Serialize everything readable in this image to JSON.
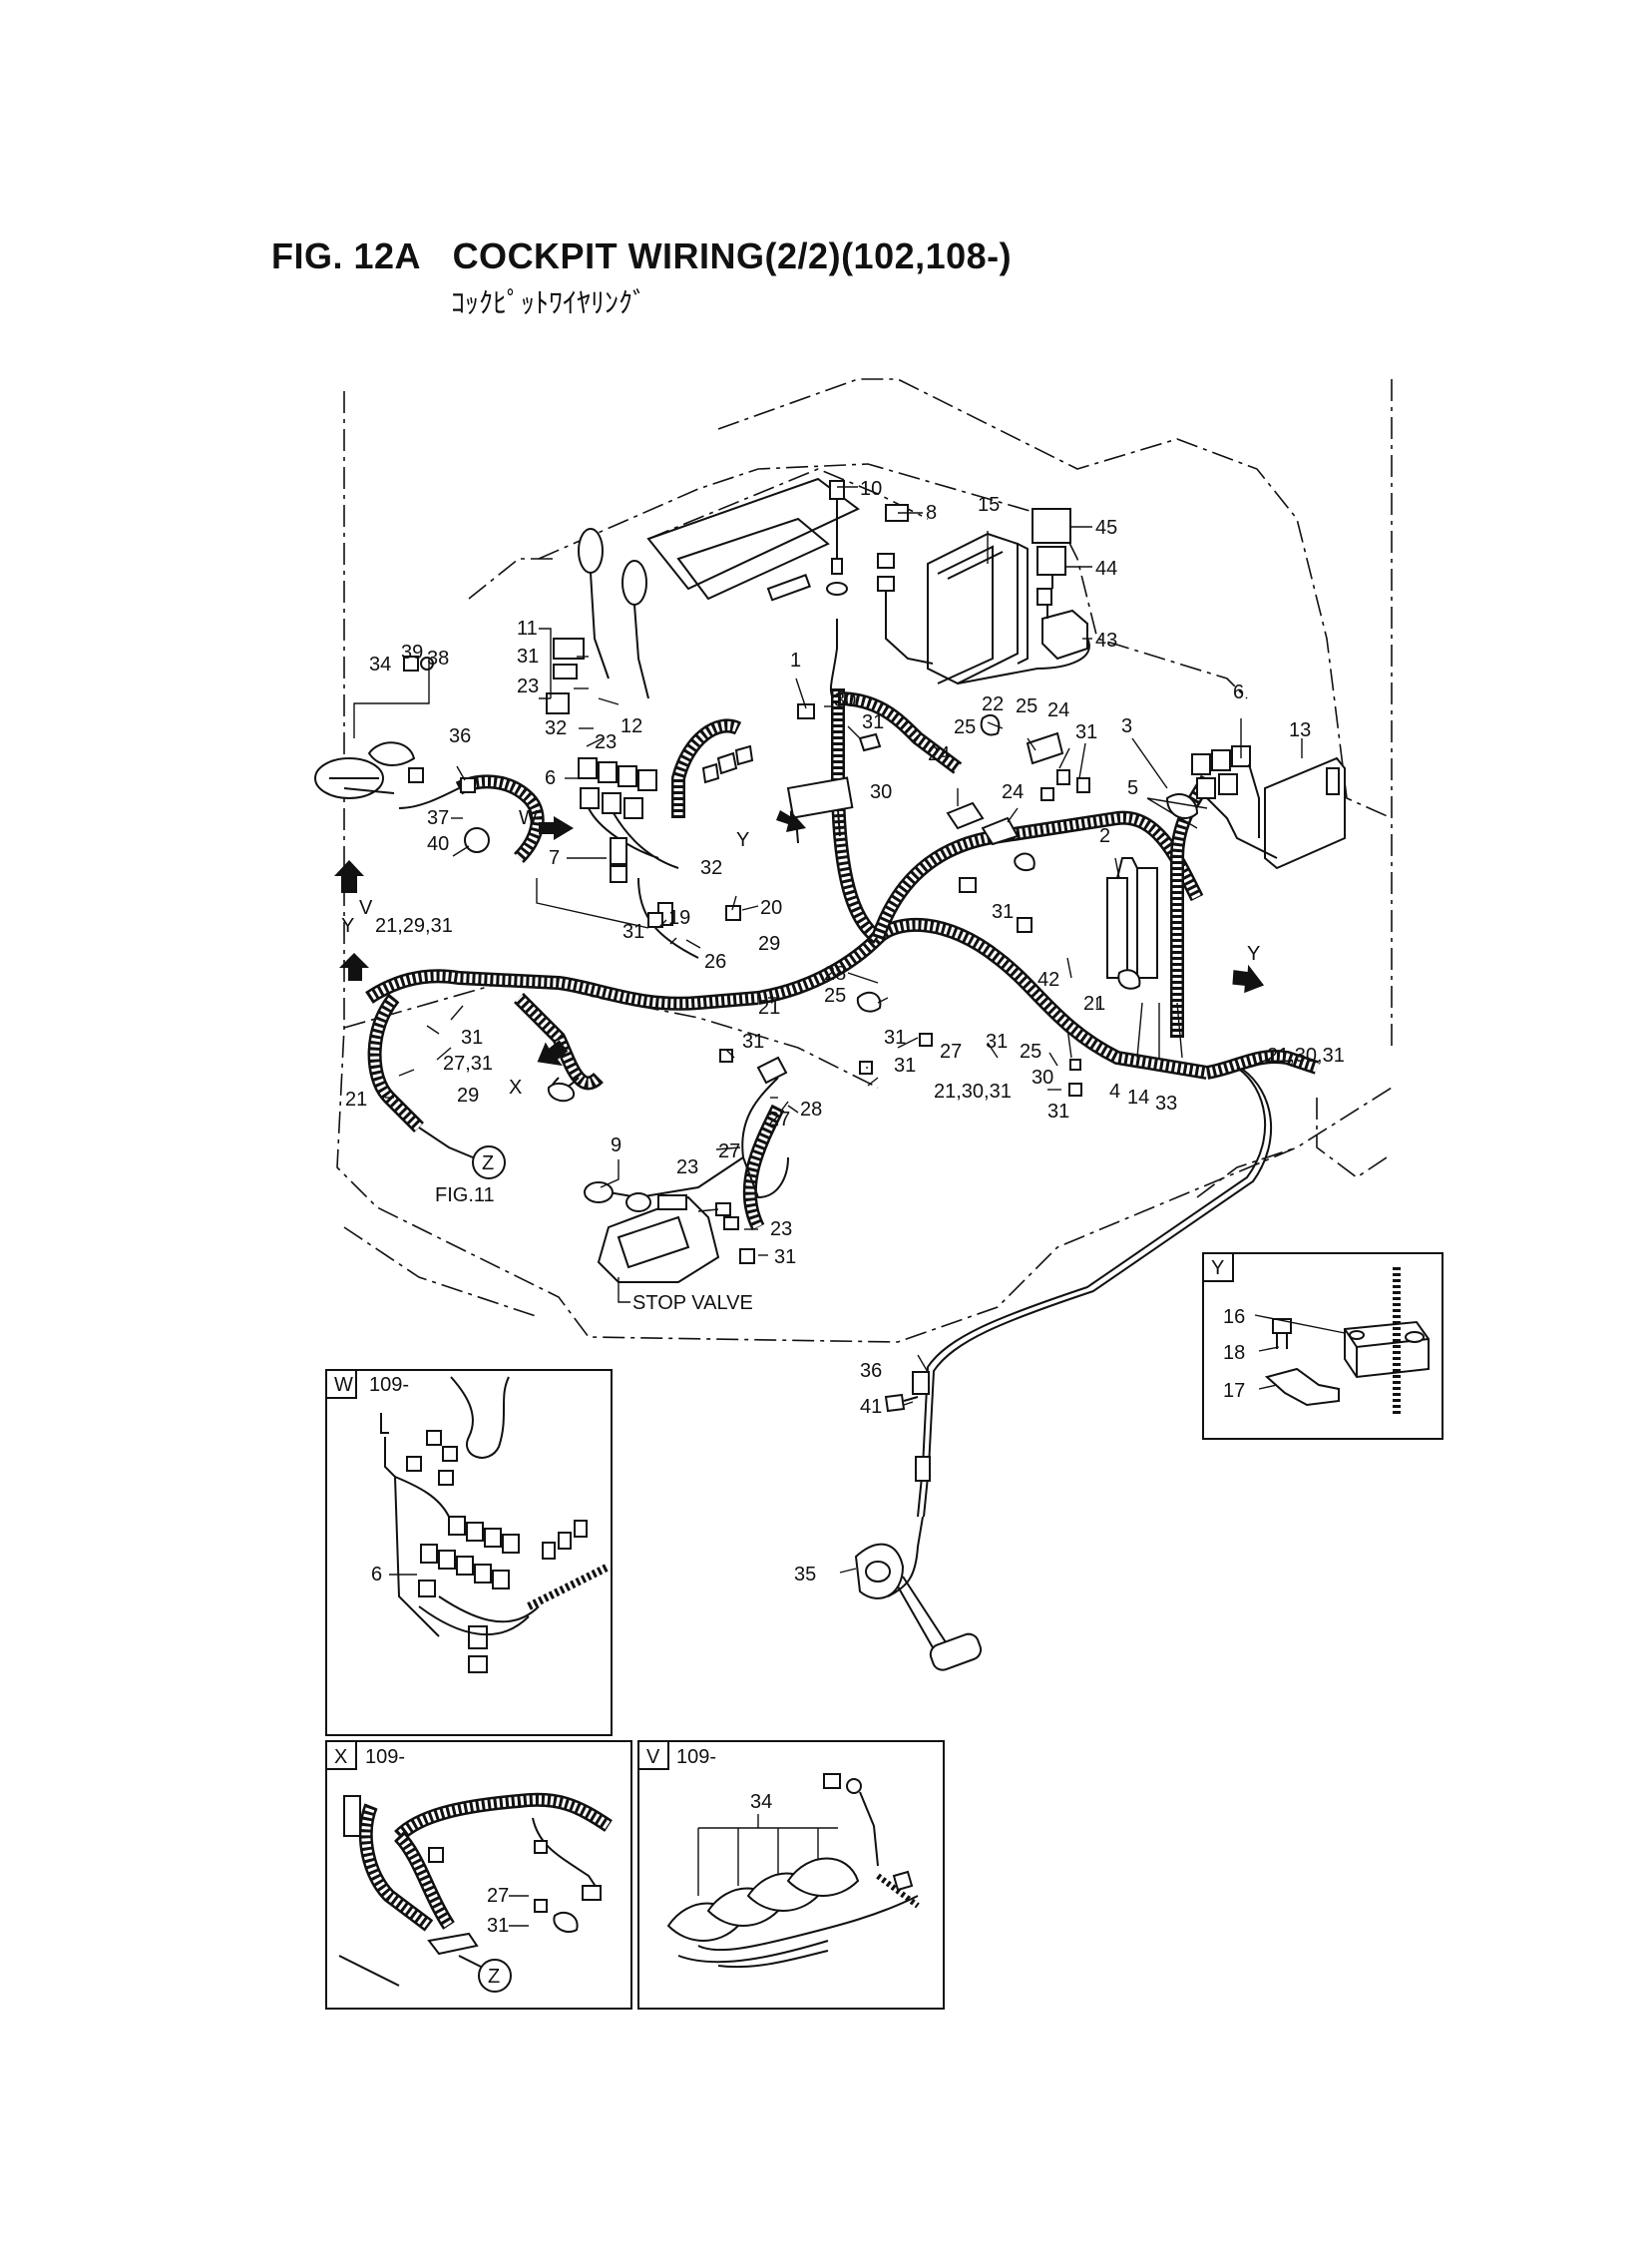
{
  "title": {
    "figure": "FIG. 12A",
    "name": "COCKPIT WIRING(2/2)(102,108-)",
    "japanese": "ｺｯｸﾋﾟｯﾄﾜｲﾔﾘﾝｸﾞ"
  },
  "main_labels": {
    "l10": "10",
    "l8": "8",
    "l15": "15",
    "l45": "45",
    "l44": "44",
    "l43": "43",
    "l11": "11",
    "l31a": "31",
    "l23a": "23",
    "l12": "12",
    "l32a": "32",
    "l23b": "23",
    "l34": "34",
    "l39": "39",
    "l38": "38",
    "l36": "36",
    "l37": "37",
    "l40": "40",
    "l1": "1",
    "l30a": "30",
    "l31b": "31",
    "l6a": "6",
    "lW": "W",
    "l7": "7",
    "lYa": "Y",
    "l30b": "30",
    "l25a": "25",
    "l22": "22",
    "l25b": "25",
    "l24a": "24",
    "l31c": "31",
    "l24b": "24",
    "l24c": "24",
    "l3": "3",
    "l6b": "6",
    "l13": "13",
    "l5": "5",
    "l2": "2",
    "l32b": "32",
    "l20": "20",
    "l19": "19",
    "l31d": "31",
    "l26": "26",
    "l29a": "29",
    "l31e": "31",
    "l28a": "28",
    "l25c": "25",
    "l21a": "21",
    "l42": "42",
    "l21b": "21",
    "lYb": "Y",
    "lV": "V",
    "lYc": "Y",
    "l212931": "21,29,31",
    "l31f": "31",
    "l2731": "27,31",
    "lX": "X",
    "l21c": "21",
    "l29b": "29",
    "l31g": "31",
    "l31h": "31",
    "l27a": "27",
    "l31i": "31",
    "l31j": "31",
    "l25d": "25",
    "l30c": "30",
    "l4": "4",
    "l14": "14",
    "l33": "33",
    "l213031a": "21,30,31",
    "l27b": "27",
    "l28b": "28",
    "l213031b": "21,30,31",
    "l31k": "31",
    "lZa": "Z",
    "lfig11": "FIG.11",
    "l9": "9",
    "l27c": "27",
    "l23c": "23",
    "l23d": "23",
    "l31l": "31",
    "lstop": "STOP VALVE",
    "l36b": "36",
    "l41": "41",
    "l35": "35"
  },
  "inset_y": {
    "tag": "Y",
    "l16": "16",
    "l18": "18",
    "l17": "17"
  },
  "inset_w": {
    "tag": "W",
    "serial": "109-",
    "l6": "6"
  },
  "inset_x": {
    "tag": "X",
    "serial": "109-",
    "l27": "27",
    "l31": "31",
    "lZ": "Z"
  },
  "inset_v": {
    "tag": "V",
    "serial": "109-",
    "l34": "34"
  }
}
